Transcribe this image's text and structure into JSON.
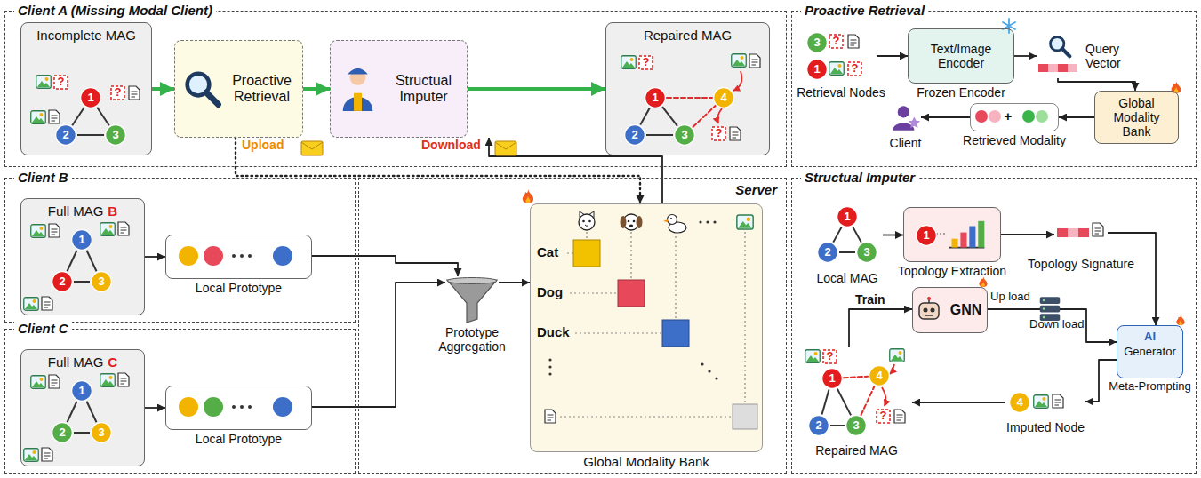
{
  "diagram": {
    "nodes": [
      {
        "text": [
          "Client A (Missing Modal Client)"
        ]
      },
      {
        "text": [
          "Incomplete MAG"
        ],
        "in": 0
      },
      {
        "text": [
          "1"
        ],
        "in": 1
      },
      {
        "text": [
          "2"
        ],
        "in": 1
      },
      {
        "text": [
          "3"
        ],
        "in": 1
      },
      {
        "text": [
          "Proactive Retrieval"
        ],
        "in": 0
      },
      {
        "text": [
          "Structual Imputer"
        ],
        "in": 0
      },
      {
        "text": [
          "Repaired MAG"
        ],
        "in": 0
      },
      {
        "text": [
          "1"
        ],
        "in": 7
      },
      {
        "text": [
          "2"
        ],
        "in": 7
      },
      {
        "text": [
          "3"
        ],
        "in": 7
      },
      {
        "text": [
          "4"
        ],
        "in": 7
      },
      {
        "text": [
          "Proactive Retrieval"
        ]
      },
      {
        "text": [
          "Retrieval Nodes"
        ],
        "in": 12
      },
      {
        "text": [
          "3"
        ],
        "in": 13
      },
      {
        "text": [
          "1"
        ],
        "in": 13
      },
      {
        "text": [
          "Text/Image Encoder",
          "Frozen Encoder"
        ],
        "in": 12
      },
      {
        "text": [
          "Query Vector"
        ],
        "in": 12
      },
      {
        "text": [
          "Global Modality Bank"
        ],
        "in": 12
      },
      {
        "text": [
          "Retrieved Modality"
        ],
        "in": 12
      },
      {
        "text": [
          "Client"
        ],
        "in": 12
      },
      {
        "text": [
          "Client B"
        ]
      },
      {
        "text": [
          "Full MAG",
          "B"
        ],
        "in": 21
      },
      {
        "text": [
          "1"
        ],
        "in": 22
      },
      {
        "text": [
          "2"
        ],
        "in": 22
      },
      {
        "text": [
          "3"
        ],
        "in": 22
      },
      {
        "text": [
          "Local Prototype"
        ],
        "in": 21
      },
      {
        "text": [
          "Client C"
        ]
      },
      {
        "text": [
          "Full MAG",
          "C"
        ],
        "in": 27
      },
      {
        "text": [
          "1"
        ],
        "in": 28
      },
      {
        "text": [
          "2"
        ],
        "in": 28
      },
      {
        "text": [
          "3"
        ],
        "in": 28
      },
      {
        "text": [
          "Local Prototype"
        ],
        "in": 27
      },
      {
        "text": [
          "Server"
        ]
      },
      {
        "text": [
          "Prototype Aggregation"
        ],
        "in": 33
      },
      {
        "text": [
          "Global Modality Bank"
        ],
        "in": 33
      },
      {
        "text": [
          "Structual Imputer"
        ]
      },
      {
        "text": [
          "Local MAG"
        ],
        "in": 36
      },
      {
        "text": [
          "1"
        ],
        "in": 37
      },
      {
        "text": [
          "2"
        ],
        "in": 37
      },
      {
        "text": [
          "3"
        ],
        "in": 37
      },
      {
        "text": [
          "Topology Extraction"
        ],
        "in": 36
      },
      {
        "text": [
          "1"
        ],
        "in": 41
      },
      {
        "text": [
          "Topology Signature"
        ],
        "in": 36
      },
      {
        "text": [
          "GNN"
        ],
        "in": 36
      },
      {
        "text": [
          "AI",
          "Generator",
          "Meta-Prompting"
        ],
        "in": 36
      },
      {
        "text": [
          "Imputed Node"
        ],
        "in": 36
      },
      {
        "text": [
          "4"
        ],
        "in": 46
      },
      {
        "text": [
          "Repaired MAG"
        ],
        "in": 36
      },
      {
        "text": [
          "1"
        ],
        "in": 48
      },
      {
        "text": [
          "2"
        ],
        "in": 48
      },
      {
        "text": [
          "3"
        ],
        "in": 48
      },
      {
        "text": [
          "4"
        ],
        "in": 48
      }
    ],
    "edges": [
      {
        "from": 1,
        "to": 5,
        "arrow": "to"
      },
      {
        "from": 5,
        "to": 6,
        "arrow": "to"
      },
      {
        "from": 6,
        "to": 7,
        "arrow": "to"
      },
      {
        "from": 2,
        "to": 3,
        "arrow": "none"
      },
      {
        "from": 2,
        "to": 4,
        "arrow": "none"
      },
      {
        "from": 3,
        "to": 4,
        "arrow": "none"
      },
      {
        "from": 8,
        "to": 9,
        "arrow": "none"
      },
      {
        "from": 8,
        "to": 10,
        "arrow": "none"
      },
      {
        "from": 9,
        "to": 10,
        "arrow": "none"
      },
      {
        "from": 8,
        "to": 11,
        "arrow": "none"
      },
      {
        "from": 10,
        "to": 11,
        "arrow": "none"
      },
      {
        "from": 5,
        "to": 35,
        "arrow": "to",
        "label": "Upload"
      },
      {
        "from": 35,
        "to": 6,
        "arrow": "to",
        "label": "Download"
      },
      {
        "from": 13,
        "to": 16,
        "arrow": "to"
      },
      {
        "from": 16,
        "to": 17,
        "arrow": "to"
      },
      {
        "from": 17,
        "to": 18,
        "arrow": "to"
      },
      {
        "from": 18,
        "to": 19,
        "arrow": "to"
      },
      {
        "from": 19,
        "to": 20,
        "arrow": "to"
      },
      {
        "from": 23,
        "to": 24,
        "arrow": "none"
      },
      {
        "from": 23,
        "to": 25,
        "arrow": "none"
      },
      {
        "from": 24,
        "to": 25,
        "arrow": "none"
      },
      {
        "from": 22,
        "to": 26,
        "arrow": "to"
      },
      {
        "from": 26,
        "to": 34,
        "arrow": "to"
      },
      {
        "from": 29,
        "to": 30,
        "arrow": "none"
      },
      {
        "from": 29,
        "to": 31,
        "arrow": "none"
      },
      {
        "from": 30,
        "to": 31,
        "arrow": "none"
      },
      {
        "from": 28,
        "to": 32,
        "arrow": "to"
      },
      {
        "from": 32,
        "to": 34,
        "arrow": "to"
      },
      {
        "from": 34,
        "to": 35,
        "arrow": "to"
      },
      {
        "from": 38,
        "to": 39,
        "arrow": "none"
      },
      {
        "from": 38,
        "to": 40,
        "arrow": "none"
      },
      {
        "from": 39,
        "to": 40,
        "arrow": "none"
      },
      {
        "from": 37,
        "to": 41,
        "arrow": "to"
      },
      {
        "from": 41,
        "to": 43,
        "arrow": "to"
      },
      {
        "from": 43,
        "to": 45,
        "arrow": "to"
      },
      {
        "from": 44,
        "to": 45,
        "arrow": "to"
      },
      {
        "from": 45,
        "to": 46,
        "arrow": "to"
      },
      {
        "from": 46,
        "to": 48,
        "arrow": "to"
      },
      {
        "from": 48,
        "to": 44,
        "arrow": "to",
        "label": "Train"
      },
      {
        "from": 49,
        "to": 50,
        "arrow": "none"
      },
      {
        "from": 49,
        "to": 51,
        "arrow": "none"
      },
      {
        "from": 50,
        "to": 51,
        "arrow": "none"
      },
      {
        "from": 49,
        "to": 52,
        "arrow": "none"
      },
      {
        "from": 51,
        "to": 52,
        "arrow": "none"
      }
    ],
    "labels": [
      "?",
      "?",
      "?",
      "?",
      "?",
      "?",
      "?",
      "?",
      "Cat",
      "Dog",
      "Duck",
      "+",
      "Up load",
      "Down load"
    ]
  }
}
